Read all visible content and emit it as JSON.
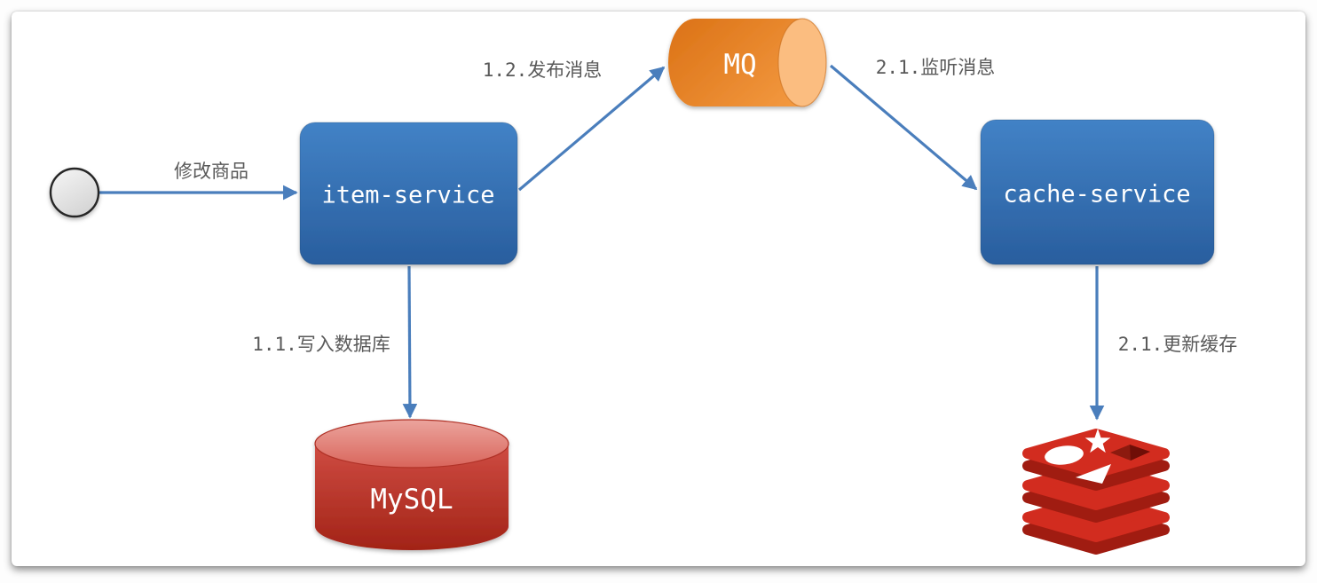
{
  "colors": {
    "arrow": "#4a7ebc",
    "label_text": "#595959",
    "node_text": "#ffffff",
    "blue_top": "#4282c6",
    "blue_bottom": "#295e9e",
    "blue_border": "#2b62a3",
    "orange_dark": "#dd7519",
    "orange_light": "#f49b42",
    "orange_cap": "#fbbd80",
    "orange_cap_border": "#e78a2e",
    "mysql_top_light": "#eba49d",
    "mysql_top_dark": "#d9655b",
    "mysql_body_top": "#cf4c42",
    "mysql_body_bottom": "#a22317",
    "mysql_border": "#b03128",
    "redis_face": "#d22c1f",
    "redis_side": "#a01c11",
    "redis_hole": "#8c1a0f",
    "redis_hole_dark": "#6f0e07",
    "redis_white": "#ffffff",
    "start_light": "#f6f6f6",
    "start_dark": "#d5d5d5",
    "start_border": "#262626"
  },
  "nodes": {
    "start": {
      "icon": "start-circle"
    },
    "item_service": {
      "label": "item-service"
    },
    "mq": {
      "label": "MQ"
    },
    "cache_service": {
      "label": "cache-service"
    },
    "mysql": {
      "label": "MySQL"
    },
    "redis": {
      "icon": "redis-logo"
    }
  },
  "edges": {
    "modify_item": {
      "label": "修改商品"
    },
    "publish_message": {
      "label": "1.2.发布消息"
    },
    "listen_message": {
      "label": "2.1.监听消息"
    },
    "write_db": {
      "label": "1.1.写入数据库"
    },
    "update_cache": {
      "label": "2.1.更新缓存"
    }
  }
}
